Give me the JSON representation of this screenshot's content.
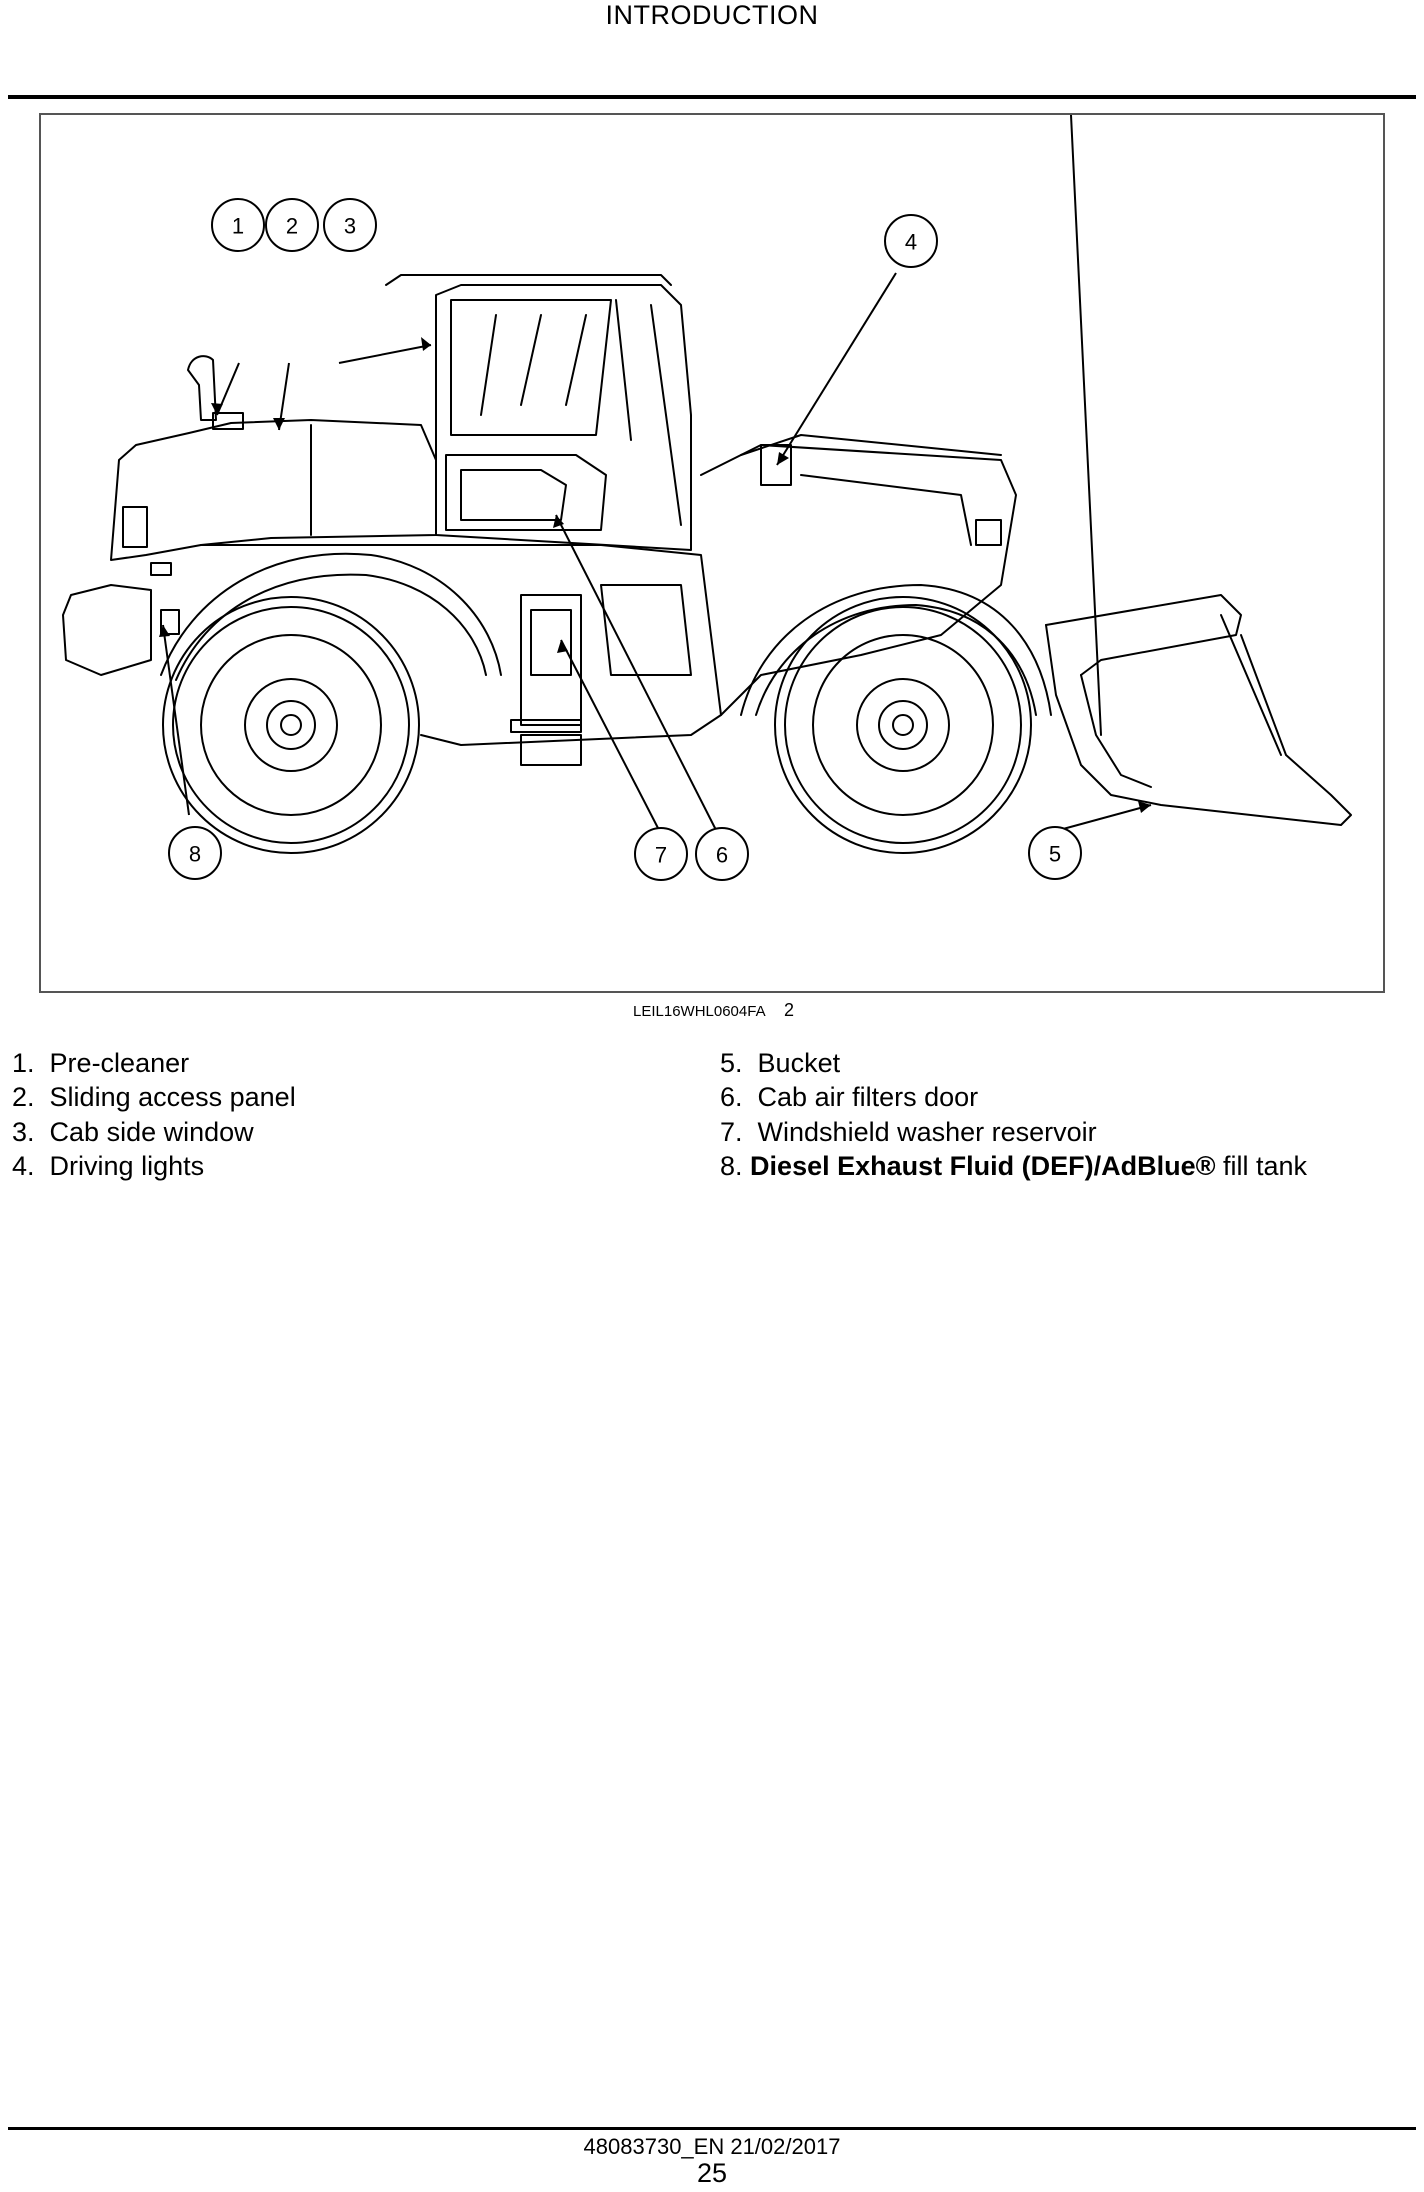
{
  "header": {
    "title": "INTRODUCTION"
  },
  "figure": {
    "reference": "LEIL16WHL0604FA",
    "number": "2",
    "callouts": [
      "1",
      "2",
      "3",
      "4",
      "5",
      "6",
      "7",
      "8"
    ]
  },
  "legend": [
    {
      "num": "1.",
      "text": "Pre-cleaner"
    },
    {
      "num": "2.",
      "text": "Sliding access panel"
    },
    {
      "num": "3.",
      "text": "Cab side window"
    },
    {
      "num": "4.",
      "text": "Driving lights"
    },
    {
      "num": "5.",
      "text": "Bucket"
    },
    {
      "num": "6.",
      "text": "Cab air filters door"
    },
    {
      "num": "7.",
      "text": "Windshield washer reservoir"
    },
    {
      "num": "8.",
      "text_bold": "Diesel Exhaust Fluid (DEF)/AdBlue®",
      "text_rest": " fill tank"
    }
  ],
  "footer": {
    "doc_ref": "48083730_EN 21/02/2017",
    "page": "25"
  }
}
